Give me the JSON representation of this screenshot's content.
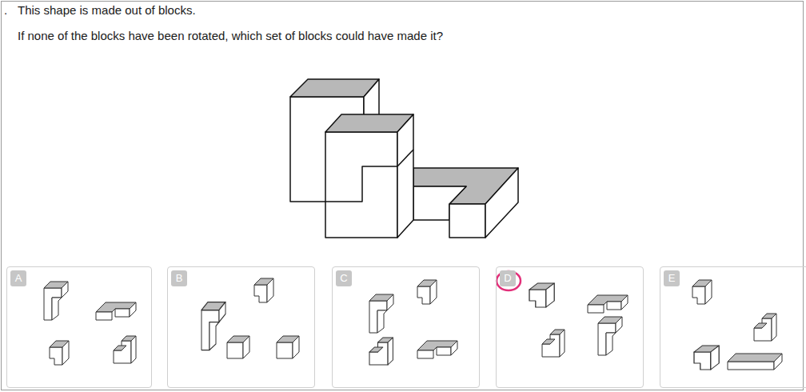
{
  "diagram": {
    "nodes": [
      {
        "text": [
          "This shape is made out of blocks.",
          "If none of the blocks have been rotated, which set of blocks could have made it?"
        ]
      },
      {
        "text": [
          "A"
        ],
        "in": 0
      },
      {
        "text": [
          "B"
        ],
        "in": 0
      },
      {
        "text": [
          "C"
        ],
        "in": 0
      },
      {
        "text": [
          "D"
        ],
        "in": 0
      },
      {
        "text": [
          "E"
        ],
        "in": 0
      }
    ],
    "labels": [
      "."
    ]
  }
}
